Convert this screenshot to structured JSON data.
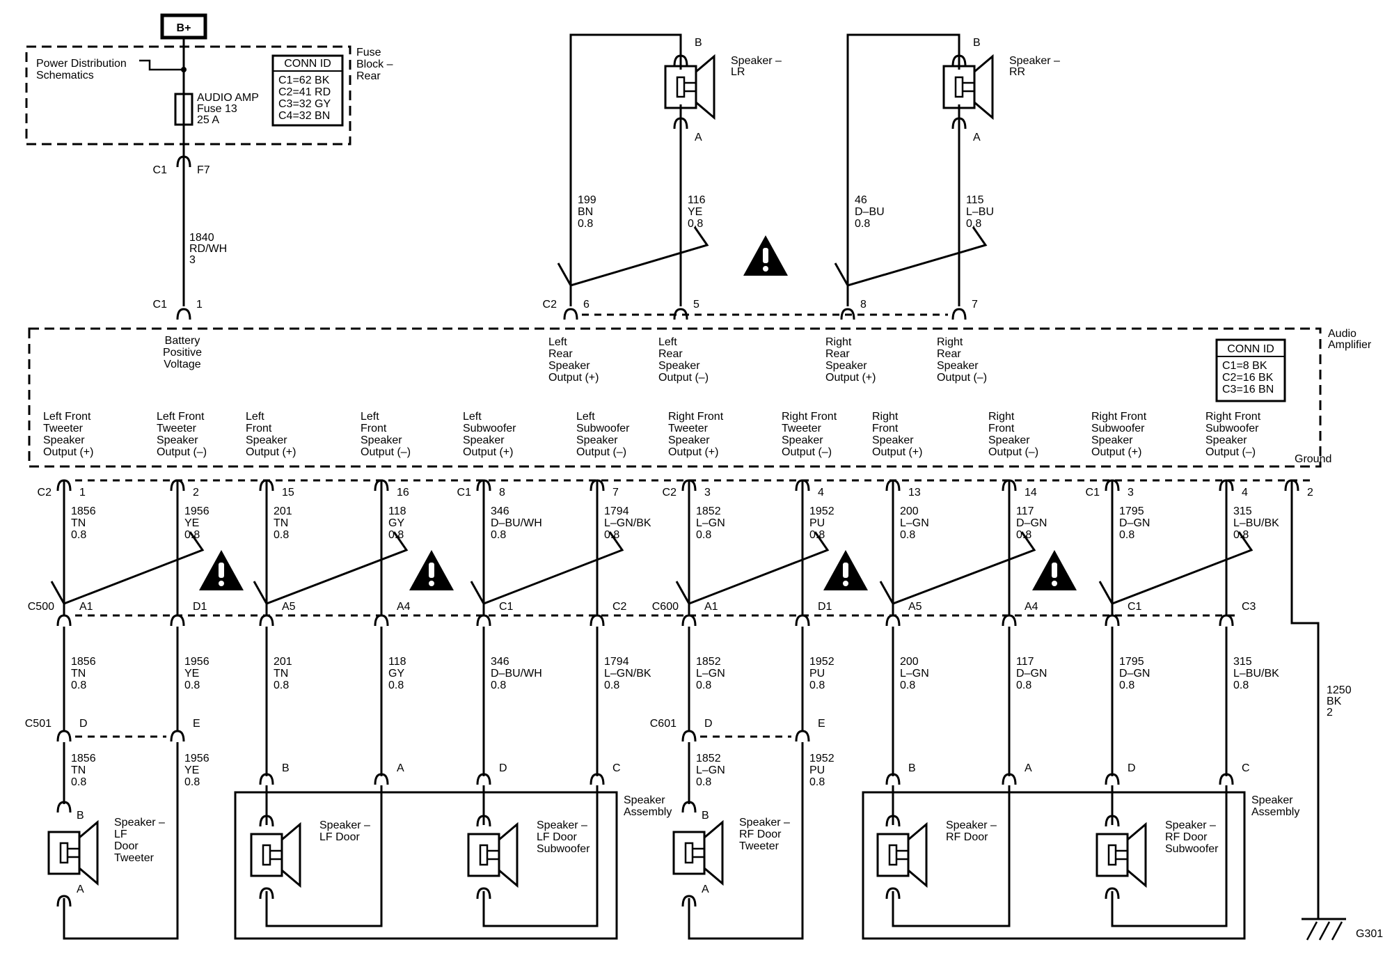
{
  "power": {
    "bplus": "B+",
    "pds": [
      "Power Distribution",
      "Schematics"
    ],
    "fuse_block": [
      "Fuse",
      "Block –",
      "Rear"
    ],
    "fuse": [
      "AUDIO AMP",
      "Fuse 13",
      "25 A"
    ],
    "conn_id_title": "CONN ID",
    "conn_ids": [
      "C1=62 BK",
      "C2=41 RD",
      "C3=32 GY",
      "C4=32 BN"
    ],
    "c1_top": "C1",
    "f7": "F7",
    "wire": [
      "1840",
      "RD/WH",
      "3"
    ],
    "c1_amp": "C1",
    "pin1": "1",
    "battery": [
      "Battery",
      "Positive",
      "Voltage"
    ]
  },
  "amp": {
    "title": [
      "Audio",
      "Amplifier"
    ],
    "conn_id_title": "CONN ID",
    "conn_ids": [
      "C1=8 BK",
      "C2=16 BK",
      "C3=16 BN"
    ],
    "ground": "Ground",
    "ground_pin": "2",
    "top_conn": "C2"
  },
  "rear": [
    {
      "name": [
        "Speaker –",
        "LR"
      ],
      "b": "B",
      "a": "A",
      "wire1": [
        "199",
        "BN",
        "0.8"
      ],
      "wire2": [
        "116",
        "YE",
        "0.8"
      ],
      "pin1": "6",
      "pin2": "5",
      "out1": [
        "Left",
        "Rear",
        "Speaker",
        "Output (+)"
      ],
      "out2": [
        "Left",
        "Rear",
        "Speaker",
        "Output (–)"
      ]
    },
    {
      "name": [
        "Speaker –",
        "RR"
      ],
      "b": "B",
      "a": "A",
      "wire1": [
        "46",
        "D–BU",
        "0.8"
      ],
      "wire2": [
        "115",
        "L–BU",
        "0.8"
      ],
      "pin1": "8",
      "pin2": "7",
      "out1": [
        "Right",
        "Rear",
        "Speaker",
        "Output (+)"
      ],
      "out2": [
        "Right",
        "Rear",
        "Speaker",
        "Output (–)"
      ]
    }
  ],
  "outputs": [
    [
      "Left Front",
      "Tweeter",
      "Speaker",
      "Output (+)"
    ],
    [
      "Left Front",
      "Tweeter",
      "Speaker",
      "Output (–)"
    ],
    [
      "Left",
      "Front",
      "Speaker",
      "Output (+)"
    ],
    [
      "Left",
      "Front",
      "Speaker",
      "Output (–)"
    ],
    [
      "Left",
      "Subwoofer",
      "Speaker",
      "Output (+)"
    ],
    [
      "Left",
      "Subwoofer",
      "Speaker",
      "Output (–)"
    ],
    [
      "Right Front",
      "Tweeter",
      "Speaker",
      "Output (+)"
    ],
    [
      "Right Front",
      "Tweeter",
      "Speaker",
      "Output (–)"
    ],
    [
      "Right",
      "Front",
      "Speaker",
      "Output (+)"
    ],
    [
      "Right",
      "Front",
      "Speaker",
      "Output (–)"
    ],
    [
      "Right Front",
      "Subwoofer",
      "Speaker",
      "Output (+)"
    ],
    [
      "Right Front",
      "Subwoofer",
      "Speaker",
      "Output (–)"
    ]
  ],
  "amp_pins": [
    "1",
    "2",
    "15",
    "16",
    "8",
    "7",
    "3",
    "4",
    "13",
    "14",
    "3",
    "4"
  ],
  "amp_conns": [
    "C2",
    "C1",
    "C2",
    "C1"
  ],
  "upper_wires": [
    [
      "1856",
      "TN",
      "0.8"
    ],
    [
      "1956",
      "YE",
      "0.8"
    ],
    [
      "201",
      "TN",
      "0.8"
    ],
    [
      "118",
      "GY",
      "0.8"
    ],
    [
      "346",
      "D–BU/WH",
      "0.8"
    ],
    [
      "1794",
      "L–GN/BK",
      "0.8"
    ],
    [
      "1852",
      "L–GN",
      "0.8"
    ],
    [
      "1952",
      "PU",
      "0.8"
    ],
    [
      "200",
      "L–GN",
      "0.8"
    ],
    [
      "117",
      "D–GN",
      "0.8"
    ],
    [
      "1795",
      "D–GN",
      "0.8"
    ],
    [
      "315",
      "L–BU/BK",
      "0.8"
    ]
  ],
  "mid_conns": [
    "C500",
    "C600"
  ],
  "mid_pins": [
    "A1",
    "D1",
    "A5",
    "A4",
    "C1",
    "C2",
    "A1",
    "D1",
    "A5",
    "A4",
    "C1",
    "C3"
  ],
  "lower_wires": [
    [
      "1856",
      "TN",
      "0.8"
    ],
    [
      "1956",
      "YE",
      "0.8"
    ],
    [
      "201",
      "TN",
      "0.8"
    ],
    [
      "118",
      "GY",
      "0.8"
    ],
    [
      "346",
      "D–BU/WH",
      "0.8"
    ],
    [
      "1794",
      "L–GN/BK",
      "0.8"
    ],
    [
      "1852",
      "L–GN",
      "0.8"
    ],
    [
      "1952",
      "PU",
      "0.8"
    ],
    [
      "200",
      "L–GN",
      "0.8"
    ],
    [
      "117",
      "D–GN",
      "0.8"
    ],
    [
      "1795",
      "D–GN",
      "0.8"
    ],
    [
      "315",
      "L–BU/BK",
      "0.8"
    ]
  ],
  "tweeter_conns": [
    "C501",
    "C601"
  ],
  "tweeter_pins": [
    "D",
    "E",
    "D",
    "E"
  ],
  "tweeter_wires": [
    [
      "1856",
      "TN",
      "0.8"
    ],
    [
      "1956",
      "YE",
      "0.8"
    ],
    [
      "1852",
      "L–GN",
      "0.8"
    ],
    [
      "1952",
      "PU",
      "0.8"
    ]
  ],
  "assembly_pins": [
    "B",
    "A",
    "D",
    "C",
    "B",
    "A",
    "D",
    "C"
  ],
  "speakers": {
    "lf_tweeter": [
      "Speaker –",
      "LF",
      "Door",
      "Tweeter"
    ],
    "rf_tweeter": [
      "Speaker –",
      "RF Door",
      "Tweeter"
    ],
    "lf_door": [
      "Speaker –",
      "LF Door"
    ],
    "lf_sub": [
      "Speaker –",
      "LF Door",
      "Subwoofer"
    ],
    "rf_door": [
      "Speaker –",
      "RF Door"
    ],
    "rf_sub": [
      "Speaker –",
      "RF Door",
      "Subwoofer"
    ],
    "assembly": [
      "Speaker",
      "Assembly"
    ],
    "tweeter_b": "B",
    "tweeter_a": "A"
  },
  "ground": {
    "wire": [
      "1250",
      "BK",
      "2"
    ],
    "label": "G301"
  }
}
